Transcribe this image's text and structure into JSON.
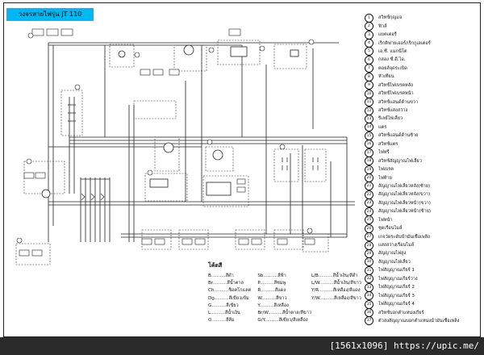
{
  "title": "วงจรสายไฟรุ่น JT 110",
  "legend": [
    {
      "n": "1",
      "label": "สวิทช์กุญแจ"
    },
    {
      "n": "2",
      "label": "ฟิวส์"
    },
    {
      "n": "3",
      "label": "แบตเตอรี่"
    },
    {
      "n": "4",
      "label": "เร็กติฟายเออร์/เร็กกูเลเตอร์"
    },
    {
      "n": "5",
      "label": "เอ.ซี. แมกนีโต"
    },
    {
      "n": "6",
      "label": "กล่อง ซี.ดี.ไอ."
    },
    {
      "n": "7",
      "label": "คอยล์จุดระเบิด"
    },
    {
      "n": "8",
      "label": "หัวเทียน"
    },
    {
      "n": "9",
      "label": "สวิทช์ไฟเบรคหลัง"
    },
    {
      "n": "10",
      "label": "สวิทช์ไฟเบรคหน้า"
    },
    {
      "n": "11",
      "label": "สวิทช์แฮนด์ด้านขวา"
    },
    {
      "n": "12",
      "label": "สวิทช์แสงสว่าง"
    },
    {
      "n": "13",
      "label": "รีเลย์ไฟเลี้ยว"
    },
    {
      "n": "14",
      "label": "แตร"
    },
    {
      "n": "15",
      "label": "สวิทช์แฮนด์ด้านซ้าย"
    },
    {
      "n": "16",
      "label": "สวิทช์แตร"
    },
    {
      "n": "17",
      "label": "ไฟหรี่"
    },
    {
      "n": "18",
      "label": "สวิทช์สัญญาณไฟเลี้ยว"
    },
    {
      "n": "19",
      "label": "ไฟเบรค"
    },
    {
      "n": "20",
      "label": "ไฟท้าย"
    },
    {
      "n": "21",
      "label": "สัญญาณไฟเลี้ยวหลัง(ซ้าย)"
    },
    {
      "n": "22",
      "label": "สัญญาณไฟเลี้ยวหลัง(ขวา)"
    },
    {
      "n": "23",
      "label": "สัญญาณไฟเลี้ยวหน้า(ขวา)"
    },
    {
      "n": "24",
      "label": "สัญญาณไฟเลี้ยวหน้า(ซ้าย)"
    },
    {
      "n": "25",
      "label": "ไฟหน้า"
    },
    {
      "n": "26",
      "label": "ชุดเรือนไมล์"
    },
    {
      "n": "27",
      "label": "เกจวัดระดับน้ำมันเชื้อเพลิง"
    },
    {
      "n": "28",
      "label": "แสงสว่างเรือนไมล์"
    },
    {
      "n": "29",
      "label": "สัญญาณไฟสูง"
    },
    {
      "n": "30",
      "label": "สัญญาณไฟเลี้ยว"
    },
    {
      "n": "31",
      "label": "ไฟสัญญาณเกียร์ 1"
    },
    {
      "n": "32",
      "label": "ไฟสัญญาณเกียร์ว่าง"
    },
    {
      "n": "33",
      "label": "ไฟสัญญาณเกียร์ 2"
    },
    {
      "n": "34",
      "label": "ไฟสัญญาณเกียร์ 3"
    },
    {
      "n": "35",
      "label": "ไฟสัญญาณเกียร์ 4"
    },
    {
      "n": "36",
      "label": "สวิทช์บอกตำแหน่งเกียร์"
    },
    {
      "n": "37",
      "label": "ตัวส่งสัญญาณบอกตำแหน่งน้ำมันเชื้อเพลิง"
    }
  ],
  "codes": {
    "heading": "โค้ดสี",
    "rows": [
      [
        "B..........สีดำ",
        "Sb..........สีฟ้า",
        "L/B..........สีน้ำเงิน/สีดำ"
      ],
      [
        "Br..........สีน้ำตาล",
        "P..........สีชมพู",
        "L/W..........สีน้ำเงิน/สีขาว"
      ],
      [
        "Ch..........ช็อคโกแลต",
        "R..........สีแดง",
        "Y/R..........สีเหลือง/สีแดง"
      ],
      [
        "Dg..........สีเขียวเข้ม",
        "W..........สีขาว",
        "Y/W..........สีเหลือง/สีขาว"
      ],
      [
        "G..........สีเขียว",
        "Y..........สีเหลือง",
        ""
      ],
      [
        "L..........สีน้ำเงิน",
        "Br/W..........สีน้ำตาล/สีขาว",
        ""
      ],
      [
        "O..........สีส้ม",
        "G/Y..........สีเขียว/สีเหลือง",
        ""
      ]
    ]
  },
  "footer": "[1561x1096] https://upic.me/"
}
